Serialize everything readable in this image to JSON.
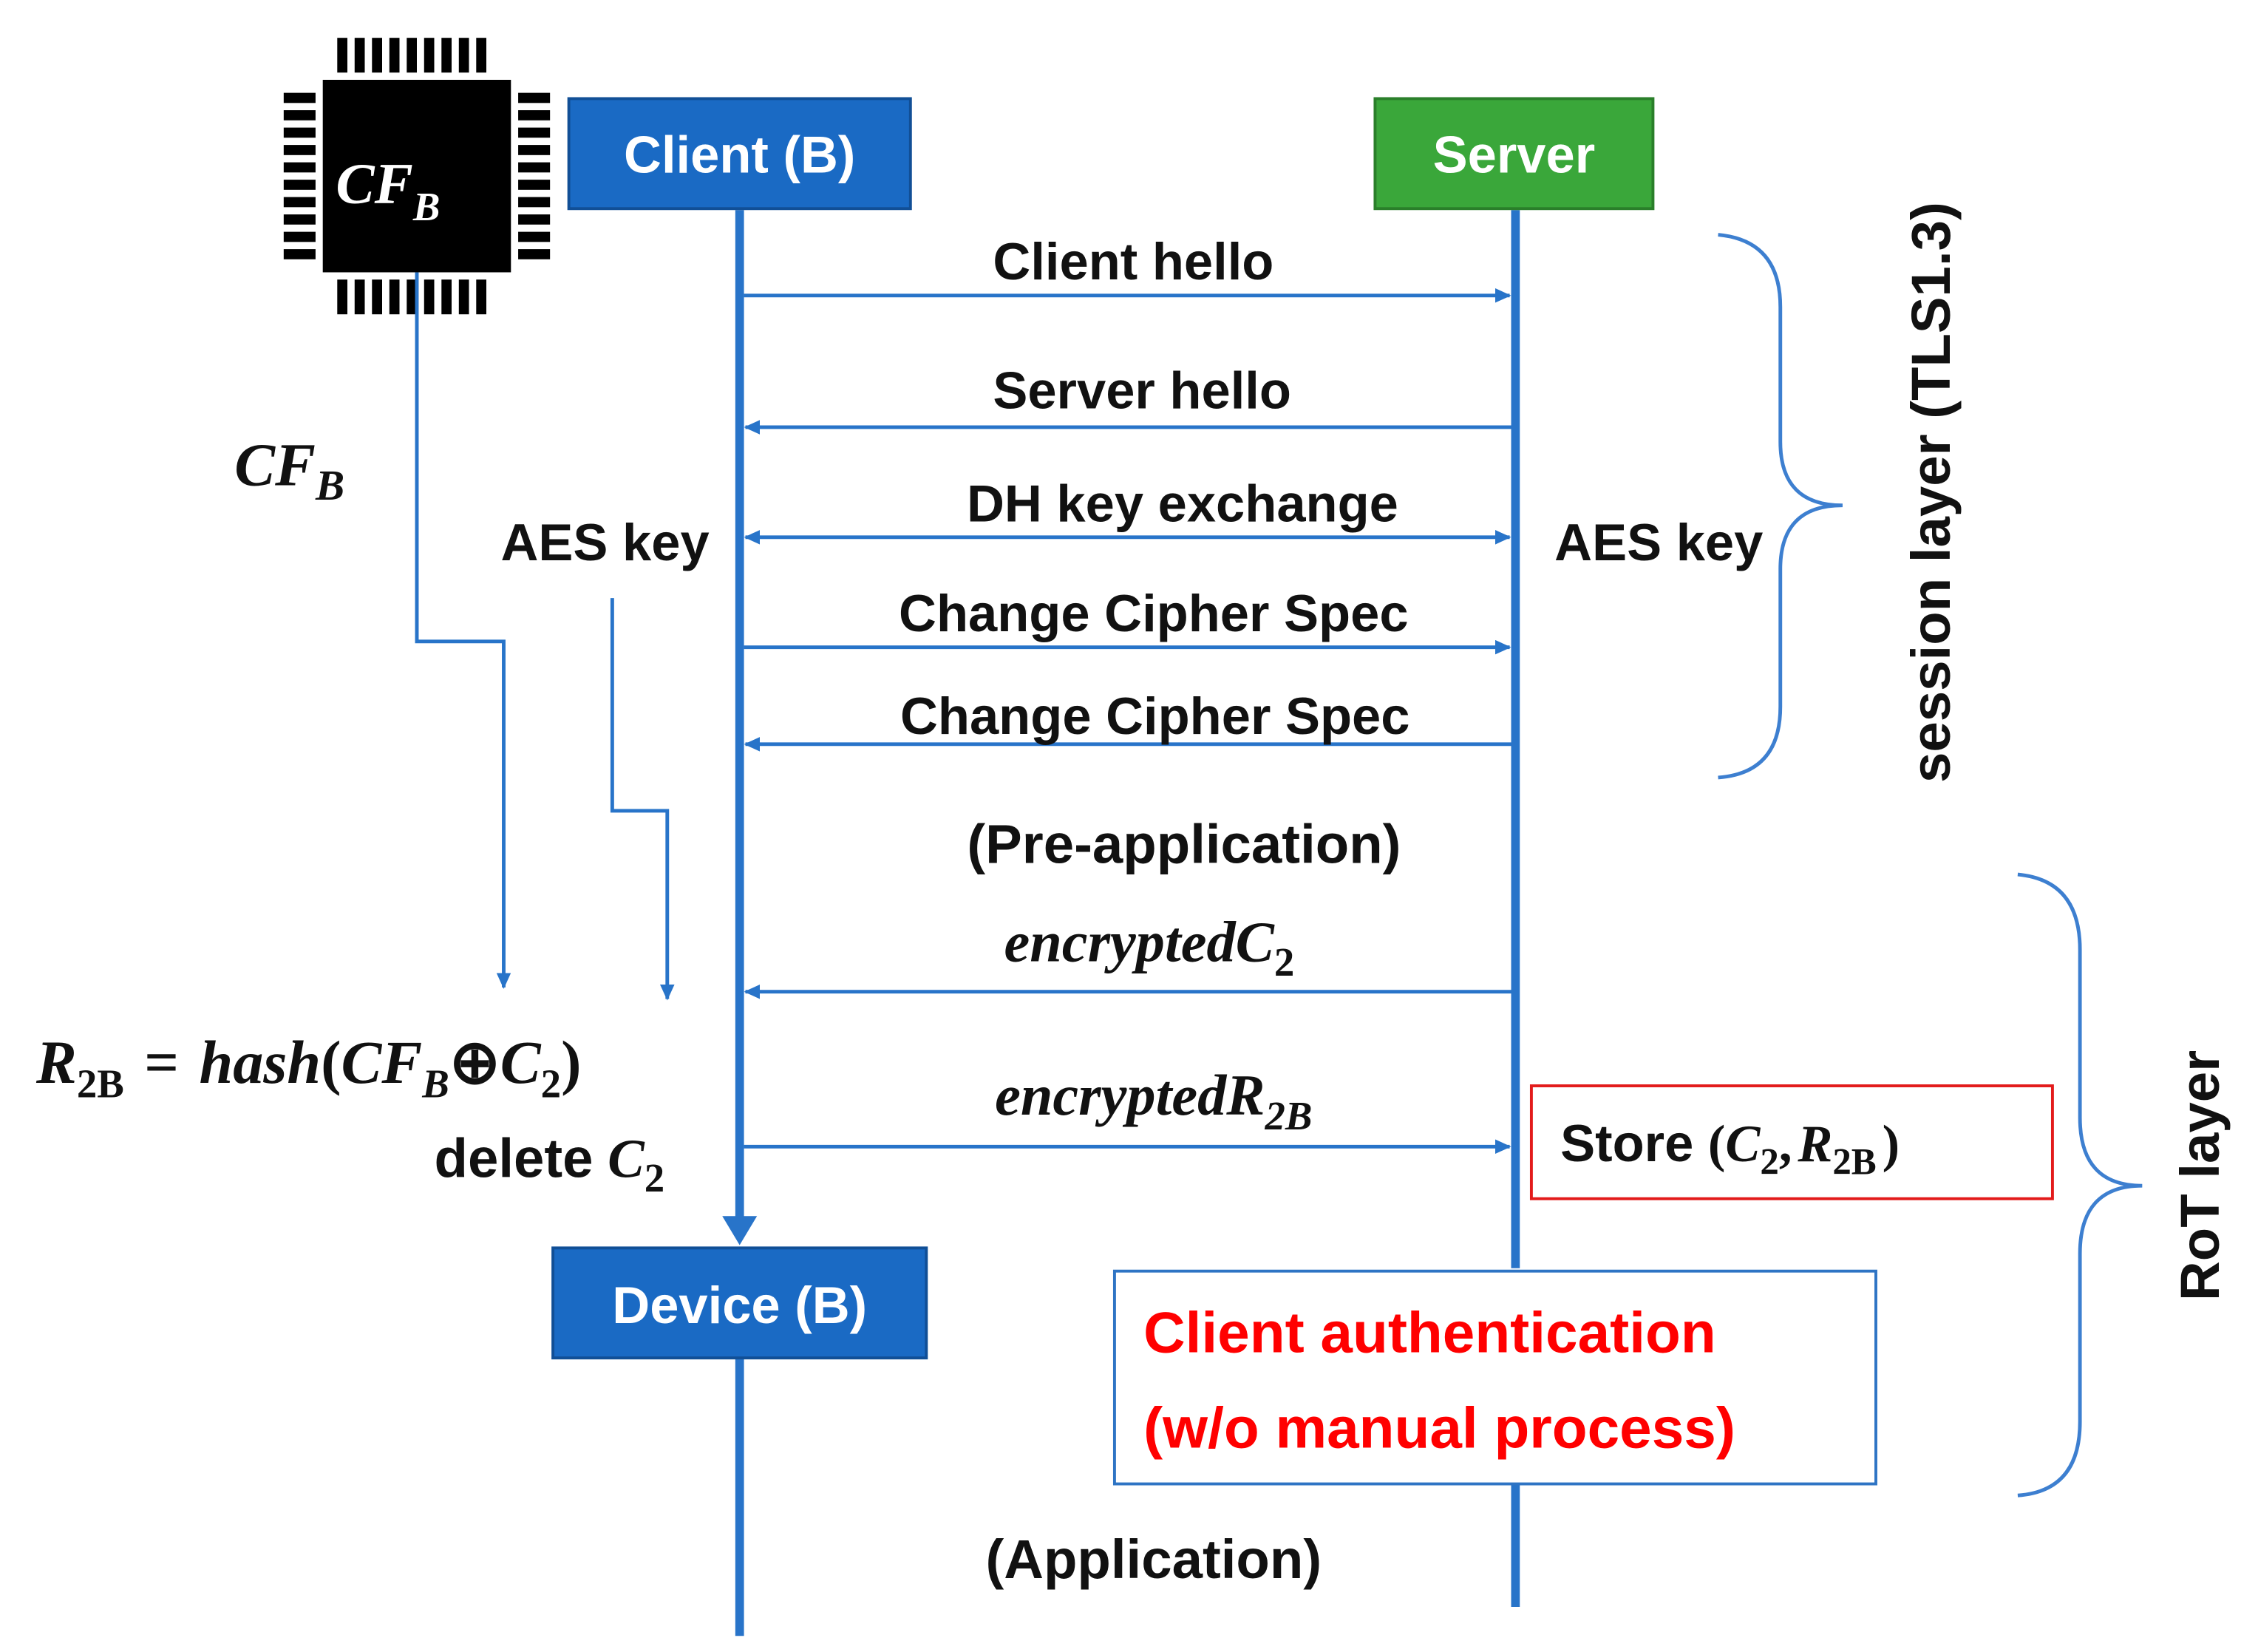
{
  "colors": {
    "lifeline": "#2874c9",
    "client_box": "#1a6ac4",
    "server_box": "#3aa73a",
    "box_text": "#ffffff",
    "store_border": "#e31b1b",
    "auth_border": "#2e74c4",
    "auth_text": "#ff0000",
    "brace": "#3d7fd0",
    "chip": "#000000"
  },
  "participants": {
    "client": "Client (B)",
    "server": "Server",
    "device": "Device (B)"
  },
  "chip": {
    "label": "CF",
    "sub": "B",
    "icon": "chip-icon"
  },
  "left": {
    "cf_label": "CF",
    "cf_sub": "B",
    "aes_client": "AES key",
    "formula": {
      "r": "R",
      "r_sub": "2B",
      "eq": "=",
      "hash": "hash",
      "open": "(",
      "cf": "CF",
      "cf_sub": "B",
      "xor": "⊕",
      "c": "C",
      "c_sub": "2",
      "close": ")"
    },
    "delete": {
      "word": "delete",
      "c": "C",
      "c_sub": "2"
    }
  },
  "messages": [
    {
      "label": "Client hello",
      "direction": "to-server"
    },
    {
      "label": "Server hello",
      "direction": "to-client"
    },
    {
      "label": "DH key exchange",
      "direction": "both"
    },
    {
      "label": "Change Cipher Spec",
      "direction": "to-server"
    },
    {
      "label": "Change Cipher Spec",
      "direction": "to-client"
    }
  ],
  "aes_server": "AES key",
  "phases": {
    "pre_application": "(Pre-application)",
    "application": "(Application)"
  },
  "rot_messages": {
    "encrypted_c2": {
      "word": "encrypted",
      "var": "C",
      "sub": "2"
    },
    "encrypted_r2b": {
      "word": "encrypted",
      "var": "R",
      "sub": "2B"
    }
  },
  "store": {
    "word": "Store",
    "open": "(",
    "c": "C",
    "c_sub": "2",
    "comma": ",",
    "r": "R",
    "r_sub": "2B",
    "close": ")"
  },
  "auth": {
    "line1": "Client authentication",
    "line2": "(w/o manual process)"
  },
  "layers": {
    "session": "session layer (TLS1.3)",
    "rot": "RoT layer"
  }
}
